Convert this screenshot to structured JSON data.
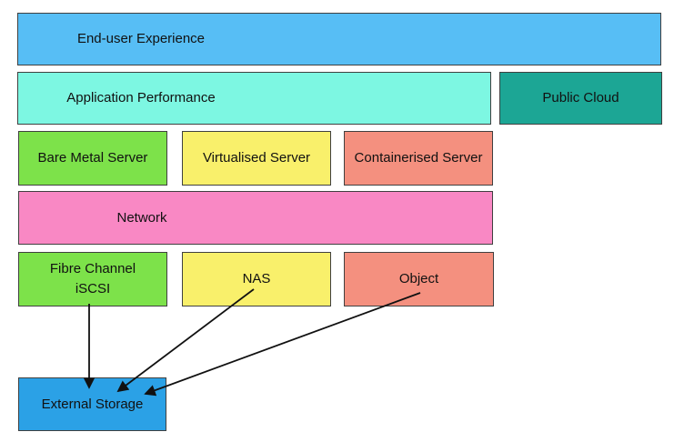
{
  "canvas": {
    "background": "#ffffff"
  },
  "diagram": {
    "boxes": {
      "end_user_experience": {
        "label": "End-user Experience",
        "color": "#57bef5"
      },
      "application_performance": {
        "label": "Application Performance",
        "color": "#7df7e2"
      },
      "public_cloud": {
        "label": "Public Cloud",
        "color": "#1ca695"
      },
      "bare_metal_server": {
        "label": "Bare Metal Server",
        "color": "#7de24a"
      },
      "virtualised_server": {
        "label": "Virtualised Server",
        "color": "#f9f06b"
      },
      "containerised_server": {
        "label": "Containerised Server",
        "color": "#f4907f"
      },
      "network": {
        "label": "Network",
        "color": "#f988c4"
      },
      "fibre_channel_iscsi": {
        "label": "Fibre Channel",
        "label_line2": "iSCSI",
        "color": "#7de24a"
      },
      "nas": {
        "label": "NAS",
        "color": "#f9f06b"
      },
      "object": {
        "label": "Object",
        "color": "#f4907f"
      },
      "external_storage": {
        "label": "External Storage",
        "color": "#2ba1e6"
      }
    },
    "arrows": [
      {
        "from": "fibre-channel-iscsi",
        "to": "external-storage"
      },
      {
        "from": "nas",
        "to": "external-storage"
      },
      {
        "from": "object",
        "to": "external-storage"
      }
    ],
    "arrow_color": "#111111",
    "border_color": "#404040"
  }
}
